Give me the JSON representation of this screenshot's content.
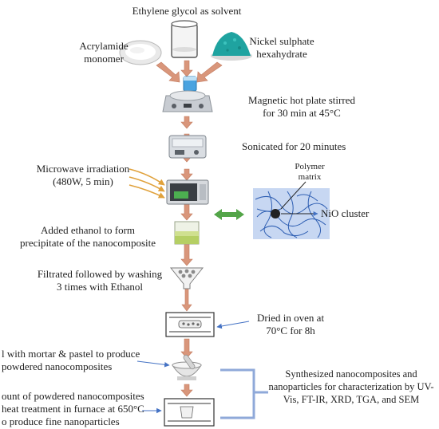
{
  "steps": {
    "solvent": "Ethylene glycol as solvent",
    "acrylamide": [
      "Acrylamide",
      "monomer"
    ],
    "nickel": [
      "Nickel sulphate",
      "hexahydrate"
    ],
    "stir": [
      "Magnetic hot plate stirred",
      "for 30 min at 45°C"
    ],
    "sonicate": "Sonicated for 20 minutes",
    "microwave": [
      "Microwave irradiation",
      "(480W, 5 min)"
    ],
    "ethanol": [
      "Added ethanol to form",
      "precipitate of the nanocomposite"
    ],
    "filter": [
      "Filtrated followed by washing",
      "3 times with Ethanol"
    ],
    "dry": [
      "Dried in oven at",
      "70°C for 8h"
    ],
    "grind": [
      "l with mortar & pastel to produce",
      "powdered nanocomposites"
    ],
    "heat": [
      "ount of powdered nanocomposites",
      "heat treatment in furnace at 650°C",
      "o produce fine nanoparticles"
    ],
    "characterize": [
      "Synthesized nanocomposites and",
      "nanoparticles for characterization by UV-",
      "Vis, FT-IR, XRD, TGA, and SEM"
    ]
  },
  "inset": {
    "polymer": [
      "Polymer",
      "matrix"
    ],
    "cluster": "NiO cluster"
  },
  "colors": {
    "flow_arrow": "#d9967b",
    "pointer_arrow": "#4472c4",
    "double_arrow": "#53a548",
    "inset_bg": "#c7d7f2",
    "mw_arrow": "#e0a13b",
    "powder_teal": "#1fa3a0"
  }
}
